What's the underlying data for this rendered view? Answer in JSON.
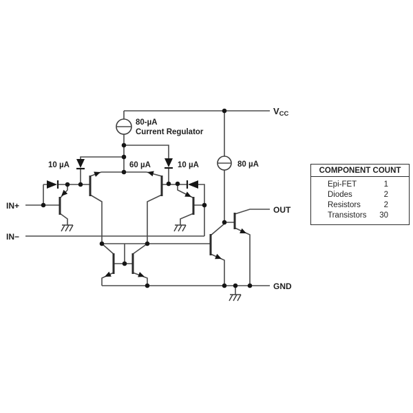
{
  "diagram": {
    "terminals": {
      "vcc_main": "V",
      "vcc_sub": "CC",
      "in_plus": "IN+",
      "in_minus": "IN−",
      "out": "OUT",
      "gnd": "GND"
    },
    "current_labels": {
      "regulator_value": "80-µA",
      "regulator_name": "Current Regulator",
      "left_branch": "10 µA",
      "center_branch": "60 µA",
      "right_branch": "10 µA",
      "output_source": "80 µA"
    },
    "symbols": {
      "current_source": "circle-with-horizontal-bar",
      "diode": "filled-triangle-with-cathode-bar",
      "ground": "hatched-rake",
      "junction": "filled-dot",
      "transistor": "bjt-bar-with-emitter-arrow"
    },
    "colors": {
      "wire": "#4a4a4a",
      "ink": "#161616",
      "background": "#ffffff"
    }
  },
  "component_count": {
    "title": "COMPONENT COUNT",
    "rows": [
      {
        "name": "Epi-FET",
        "count": "1"
      },
      {
        "name": "Diodes",
        "count": "2"
      },
      {
        "name": "Resistors",
        "count": "2"
      },
      {
        "name": "Transistors",
        "count": "30"
      }
    ]
  }
}
